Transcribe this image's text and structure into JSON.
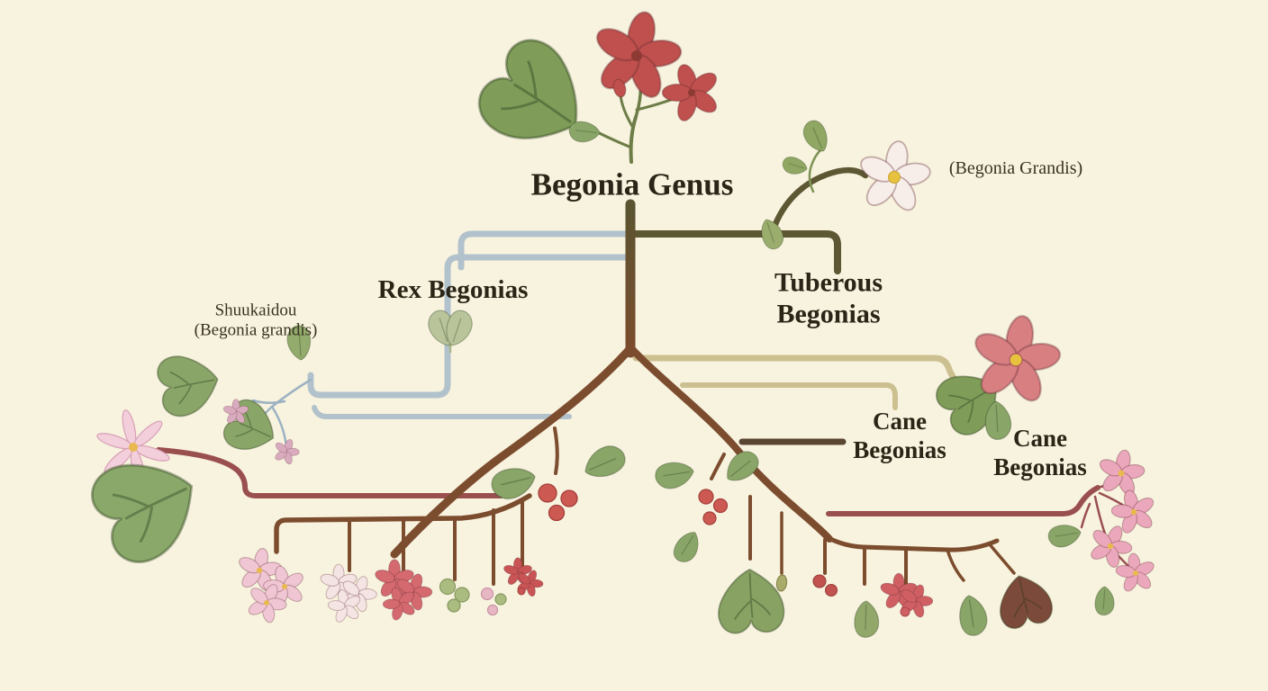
{
  "diagram": {
    "title": "Begonia Genus",
    "annotation_top_right": "(Begonia Grandis)",
    "branch_labels": {
      "rex": "Rex Begonias",
      "tuberous": [
        "Tuberous",
        "Begonias"
      ],
      "shuukaidou": [
        "Shuukaidou",
        "(Begonia grandis)"
      ],
      "cane_center": [
        "Cane",
        "Begonias"
      ],
      "cane_right": [
        "Cane",
        "Begonias"
      ]
    },
    "palette": {
      "background": "#f8f3df",
      "text": "#2b2517",
      "trunk_olive": "#5a5430",
      "branch_brown": "#7c4c2e",
      "branch_blue_gray": "#b2c2cc",
      "branch_tan": "#ccc091",
      "branch_dark_brown": "#5a4631",
      "branch_maroon": "#9a4f4f",
      "flower_red": "#c0504d",
      "flower_pink": "#f0c6d4",
      "flower_white": "#f7eeea",
      "leaf_green": "#8aa568",
      "flower_center_yellow": "#e6c23e"
    }
  }
}
